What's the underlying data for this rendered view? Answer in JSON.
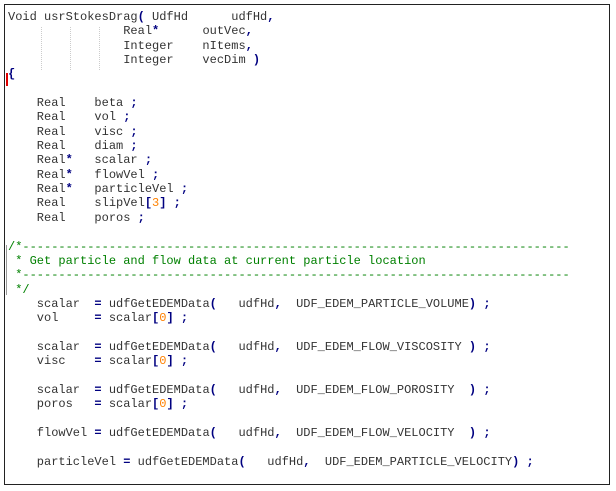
{
  "code_lines": [
    "Void usrStokesDrag( UdfHd      udfHd,",
    "                Real*      outVec,",
    "                Integer    nItems,",
    "                Integer    vecDim )",
    "{",
    "",
    "    Real    beta ;",
    "    Real    vol ;",
    "    Real    visc ;",
    "    Real    diam ;",
    "    Real*   scalar ;",
    "    Real*   flowVel ;",
    "    Real*   particleVel ;",
    "    Real    slipVel[3] ;",
    "    Real    poros ;",
    "",
    "/*----------------------------------------------------------------------------",
    " * Get particle and flow data at current particle location",
    " *----------------------------------------------------------------------------",
    " */",
    "    scalar  = udfGetEDEMData(   udfHd,  UDF_EDEM_PARTICLE_VOLUME) ;",
    "    vol     = scalar[0] ;",
    "",
    "    scalar  = udfGetEDEMData(   udfHd,  UDF_EDEM_FLOW_VISCOSITY ) ;",
    "    visc    = scalar[0] ;",
    "",
    "    scalar  = udfGetEDEMData(   udfHd,  UDF_EDEM_FLOW_POROSITY  ) ;",
    "    poros   = scalar[0] ;",
    "",
    "    flowVel = udfGetEDEMData(   udfHd,  UDF_EDEM_FLOW_VELOCITY  ) ;",
    "",
    "    particleVel = udfGetEDEMData(   udfHd,  UDF_EDEM_PARTICLE_VELOCITY) ;"
  ],
  "colors": {
    "punctuation": "#000080",
    "number": "#ff8000",
    "comment": "#008000",
    "text": "#333333"
  }
}
